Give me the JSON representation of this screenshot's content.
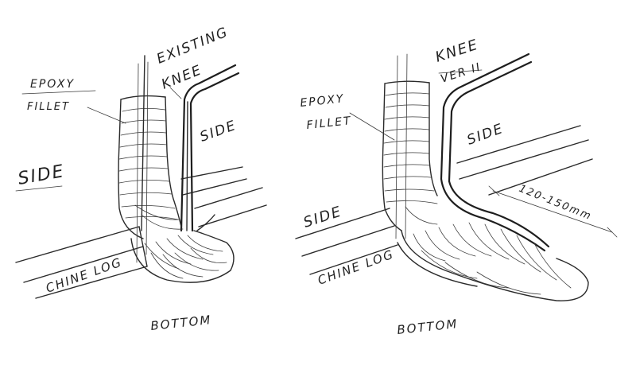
{
  "left_sketch": {
    "epoxy_label_line1": "EPOXY",
    "epoxy_label_line2": "FILLET",
    "existing_label_line1": "EXISTING",
    "existing_label_line2": "KNEE",
    "side_label_main": "SIDE",
    "side_label_right": "SIDE",
    "chine_log_label": "CHINE LOG",
    "bottom_label": "BOTTOM"
  },
  "right_sketch": {
    "knee_label_line1": "KNEE",
    "knee_label_line2": "VER II",
    "epoxy_label_line1": "EPOXY",
    "epoxy_label_line2": "FILLET",
    "side_label_left": "SIDE",
    "side_label_right": "SIDE",
    "chine_log_label": "CHINE LOG",
    "bottom_label": "BOTTOM",
    "dimension_label": "120-150mm"
  },
  "colors": {
    "ink": "#2a2a2a",
    "paper": "#ffffff"
  }
}
